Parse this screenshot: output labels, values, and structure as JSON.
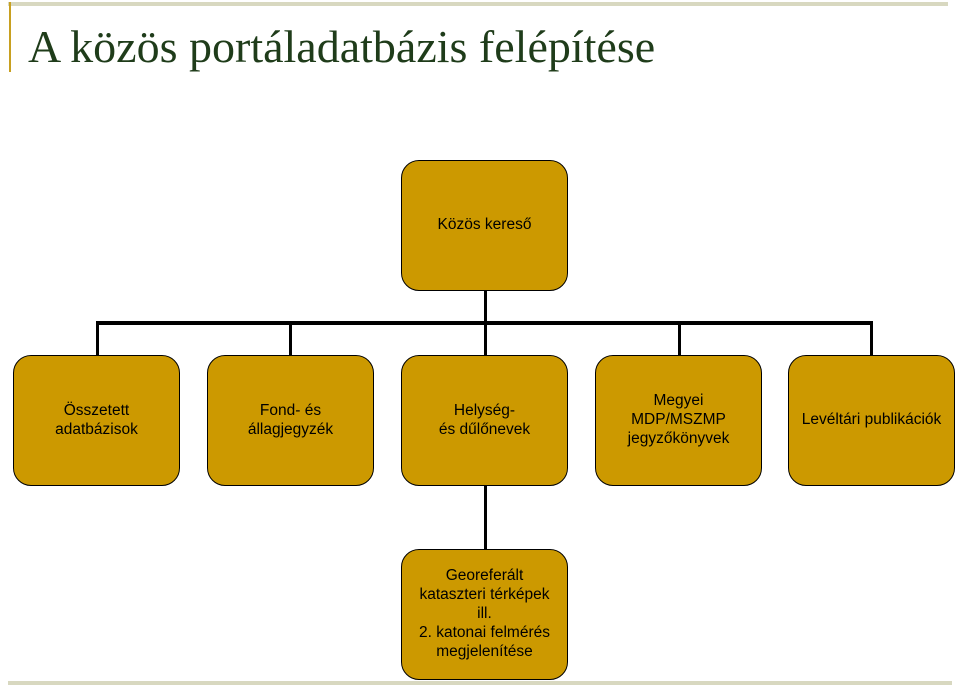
{
  "page": {
    "title": "A közös portáladatbázis felépítése"
  },
  "diagram": {
    "root": {
      "label": "Közös kereső"
    },
    "children": [
      {
        "label": "Összetett\nadatbázisok"
      },
      {
        "label": "Fond- és\nállagjegyzék"
      },
      {
        "label": "Helység-\nés dűlőnevek"
      },
      {
        "label": "Megyei\nMDP/MSZMP\njegyzőkönyvek"
      },
      {
        "label": "Levéltári publikációk"
      }
    ],
    "grandchild": {
      "label": "Georeferált\nkataszteri térképek\nill.\n2. katonai felmérés\nmegjelenítése"
    }
  },
  "colors": {
    "node_fill": "#cc9900",
    "connector": "#000000",
    "title": "#1f3c1a"
  }
}
